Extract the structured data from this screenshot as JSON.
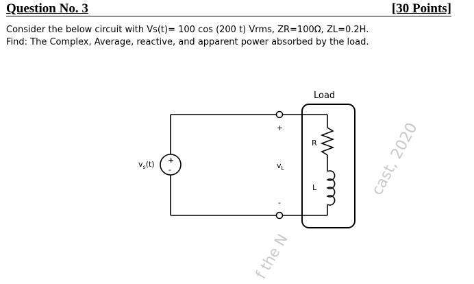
{
  "header": {
    "title": "Question No. 3",
    "points": "[30 Points]"
  },
  "problem": {
    "line1": "Consider the below circuit with Vs(t)= 100 cos (200 t) Vrms, ZR=100Ω, ZL=0.2H.",
    "line2": "Find: The Complex, Average, reactive, and apparent power absorbed by the load."
  },
  "circuit": {
    "load_label": "Load",
    "source_label": "v",
    "source_subscript": "s",
    "source_suffix": "(t)",
    "source_plus": "+",
    "source_minus": "-",
    "vl_label": "v",
    "vl_subscript": "L",
    "terminal_plus": "+",
    "terminal_minus": "-",
    "resistor_label": "R",
    "inductor_label": "L"
  },
  "watermarks": {
    "bottom": "f the N",
    "right": "cast, 2020"
  },
  "colors": {
    "wire": "#000000",
    "watermark": "#c9c9c9"
  }
}
